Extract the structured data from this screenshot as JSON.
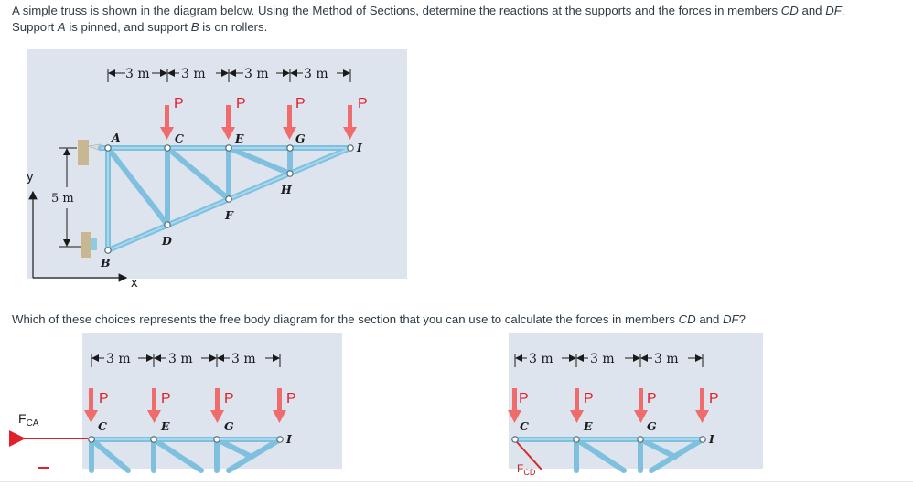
{
  "question": {
    "line1_pre": "A simple truss is shown in the diagram below. Using the Method of Sections, determine the reactions at the supports and the forces in members ",
    "m1": "CD",
    "and1": " and ",
    "m2": "DF",
    "line1_post": ".",
    "line2_pre": "Support ",
    "sA": "A",
    "line2_mid": " is pinned, and support ",
    "sB": "B",
    "line2_post": " is on rollers."
  },
  "diagram": {
    "dims": [
      "3 m",
      "3 m",
      "3 m",
      "3 m"
    ],
    "load": "P",
    "joints": [
      "A",
      "C",
      "E",
      "G",
      "I",
      "H",
      "F",
      "D",
      "B"
    ],
    "height": "5 m",
    "axis_y": "y",
    "axis_x": "x"
  },
  "question2": {
    "pre": "Which of these choices represents the free body diagram for the section that you can use to calculate the forces in members ",
    "m1": "CD",
    "and": " and ",
    "m2": "DF",
    "post": "?"
  },
  "choice1": {
    "dims": [
      "3 m",
      "3 m",
      "3 m"
    ],
    "load": "P",
    "joints": [
      "C",
      "E",
      "G",
      "I"
    ],
    "force_label": "F",
    "force_sub": "CA"
  },
  "choice2": {
    "dims": [
      "3 m",
      "3 m",
      "3 m"
    ],
    "load": "P",
    "joints": [
      "C",
      "E",
      "G",
      "I"
    ],
    "force_label": "F",
    "force_sub": "CD"
  },
  "colors": {
    "panel": "#dde4ee",
    "member": "#7fc0df",
    "load_arrow": "#f06b6b",
    "support": "#c8b790",
    "text": "#2d3b45"
  }
}
